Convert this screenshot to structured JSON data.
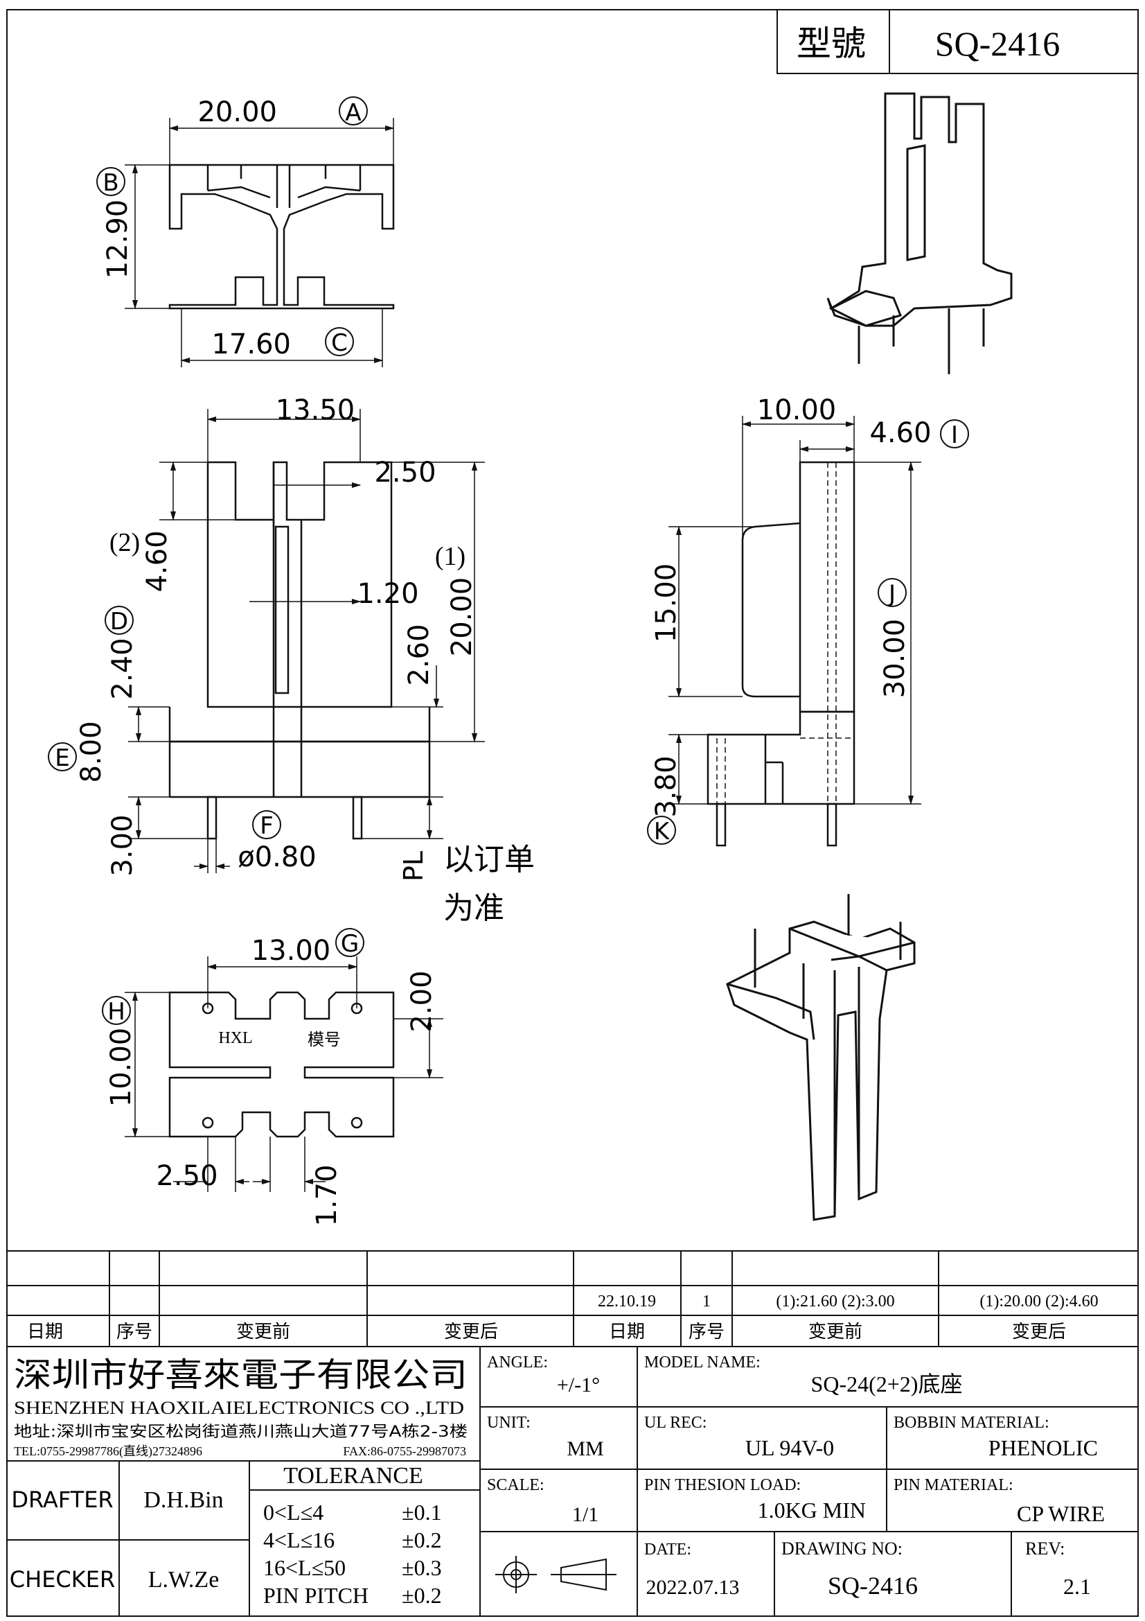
{
  "title_box": {
    "label": "型號",
    "model": "SQ-2416"
  },
  "top_view": {
    "dim_a": "20.00",
    "mark_a": "A",
    "dim_b": "12.90",
    "mark_b": "B",
    "dim_c": "17.60",
    "mark_c": "C"
  },
  "front_view": {
    "dim_width": "13.50",
    "dim_slot": "2.50",
    "dim_top": "4.60",
    "label_2": "(2)",
    "dim_groove": "1.20",
    "dim_height": "20.00",
    "label_1": "(1)",
    "dim_260": "2.60",
    "dim_240": "2.40",
    "mark_d": "D",
    "dim_800": "8.00",
    "mark_e": "E",
    "dim_pin_len": "3.00",
    "mark_f": "F",
    "dim_pin_dia": "ø0.80",
    "pl_label": "PL",
    "pl_note_1": "以订单",
    "pl_note_2": "为准"
  },
  "side_view": {
    "dim_width": "10.00",
    "dim_460": "4.60",
    "mark_i": "I",
    "dim_1500": "15.00",
    "dim_3000": "30.00",
    "mark_j": "J",
    "dim_380": "3.80",
    "mark_k": "K"
  },
  "bottom_view": {
    "dim_pitch": "13.00",
    "mark_g": "G",
    "dim_200": "2.00",
    "dim_1000": "10.00",
    "mark_h": "H",
    "brand": "HXL",
    "mold_label": "模号",
    "dim_250": "2.50",
    "dim_170": "1.70"
  },
  "revision_table": {
    "row": {
      "date": "22.10.19",
      "seq": "1",
      "before": "(1):21.60  (2):3.00",
      "after": "(1):20.00  (2):4.60"
    },
    "headers": {
      "date": "日期",
      "seq": "序号",
      "before": "变更前",
      "after": "变更后"
    }
  },
  "company": {
    "name_cn": "深圳市好喜來電子有限公司",
    "name_en": "SHENZHEN  HAOXILAIELECTRONICS CO .,LTD",
    "address": "地址:深圳市宝安区松岗街道燕川燕山大道77号A栋2-3楼",
    "tel": "TEL:0755-29987786(直线)27324896",
    "fax": "FAX:86-0755-29987073"
  },
  "people": {
    "drafter_label": "DRAFTER",
    "drafter": "D.H.Bin",
    "checker_label": "CHECKER",
    "checker": "L.W.Ze"
  },
  "tolerance": {
    "title": "TOLERANCE",
    "rows": [
      {
        "range": "0<L≤4",
        "value": "±0.1"
      },
      {
        "range": "4<L≤16",
        "value": "±0.2"
      },
      {
        "range": "16<L≤50",
        "value": "±0.3"
      },
      {
        "range": "PIN PITCH",
        "value": "±0.2"
      }
    ]
  },
  "info": {
    "angle_label": "ANGLE:",
    "angle": "+/-1°",
    "unit_label": "UNIT:",
    "unit": "MM",
    "scale_label": "SCALE:",
    "scale": "1/1",
    "model_label": "MODEL NAME:",
    "model": "SQ-24(2+2)底座",
    "ul_label": "UL REC:",
    "ul": "UL 94V-0",
    "bobbin_label": "BOBBIN MATERIAL:",
    "bobbin": "PHENOLIC",
    "load_label": "PIN THESION LOAD:",
    "load": "1.0KG MIN",
    "pin_label": "PIN MATERIAL:",
    "pin": "CP  WIRE",
    "date_label": "DATE:",
    "date": "2022.07.13",
    "drawing_label": "DRAWING NO:",
    "drawing": "SQ-2416",
    "rev_label": "REV:",
    "rev": "2.1"
  }
}
